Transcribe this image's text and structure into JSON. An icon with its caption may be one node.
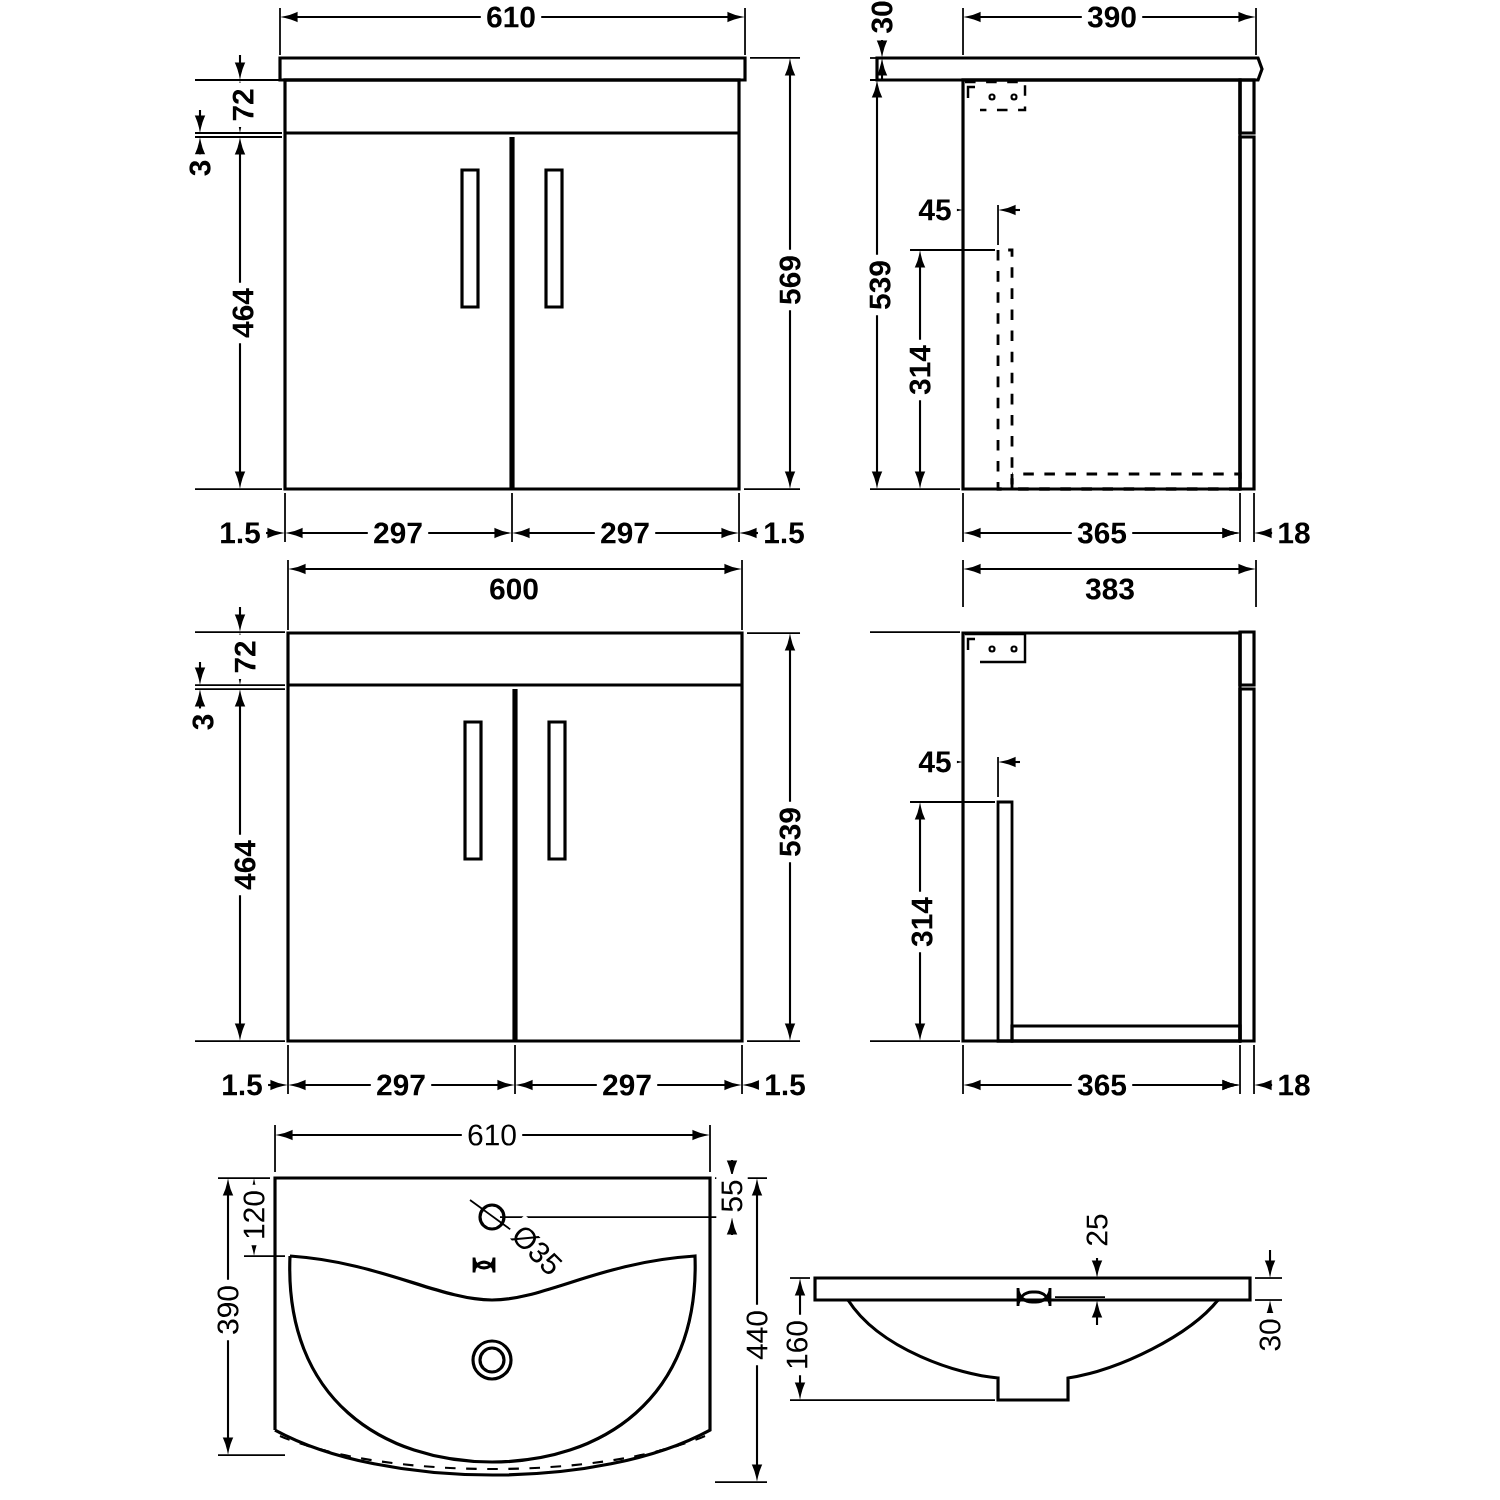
{
  "diagram": {
    "labels": [
      "610",
      "72",
      "3",
      "464",
      "569",
      "1.5",
      "297",
      "297",
      "1.5",
      "30",
      "390",
      "45",
      "539",
      "314",
      "365",
      "18",
      "600",
      "72",
      "3",
      "464",
      "539",
      "1.5",
      "297",
      "297",
      "1.5",
      "383",
      "45",
      "314",
      "365",
      "18",
      "610",
      "120",
      "55",
      "Ø35",
      "390",
      "440",
      "25",
      "160",
      "30"
    ]
  }
}
